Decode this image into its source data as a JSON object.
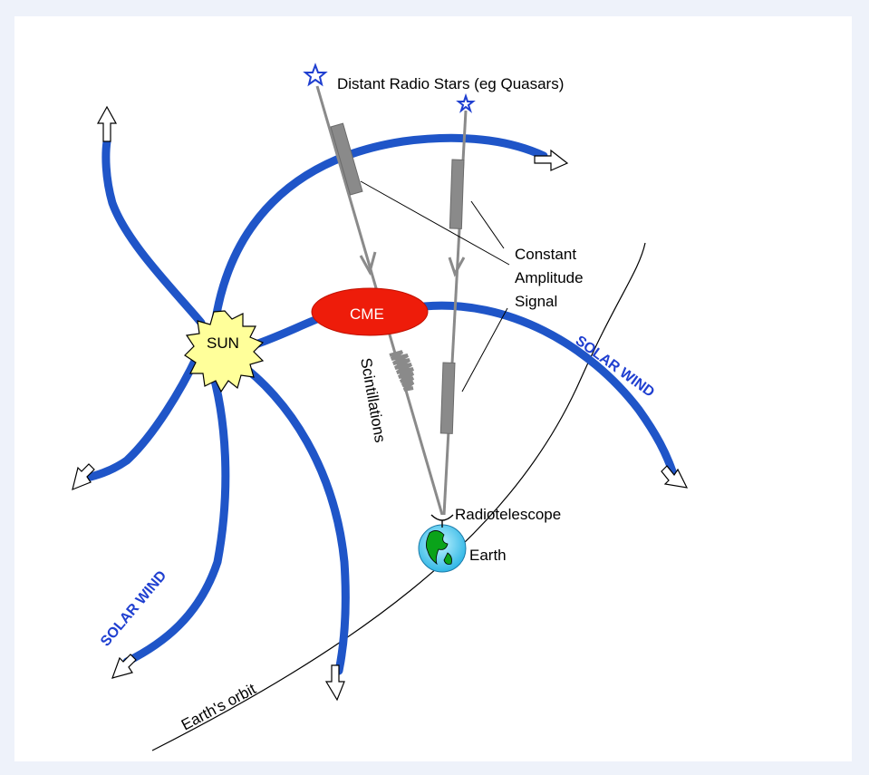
{
  "labels": {
    "sun": "SUN",
    "cme": "CME",
    "radio_stars": "Distant Radio Stars (eg Quasars)",
    "constant_signal": [
      "Constant",
      "Amplitude",
      "Signal"
    ],
    "scintillations": "Scintillations",
    "radiotelescope": "Radiotelescope",
    "earth": "Earth",
    "earth_orbit": "Earth's orbit",
    "solar_wind_right": "SOLAR WIND",
    "solar_wind_left": "SOLAR WIND"
  },
  "colors": {
    "background": "#eef2fa",
    "canvas": "#ffffff",
    "field_lines": "#1f55c8",
    "cme": "#ee1c0a",
    "sun": "#ffff9a",
    "ray": "#8a8a8a",
    "wind_text": "#1f3fd0"
  },
  "icons": [
    "star-icon",
    "globe-icon",
    "dish-icon",
    "arrow-head-icon"
  ]
}
